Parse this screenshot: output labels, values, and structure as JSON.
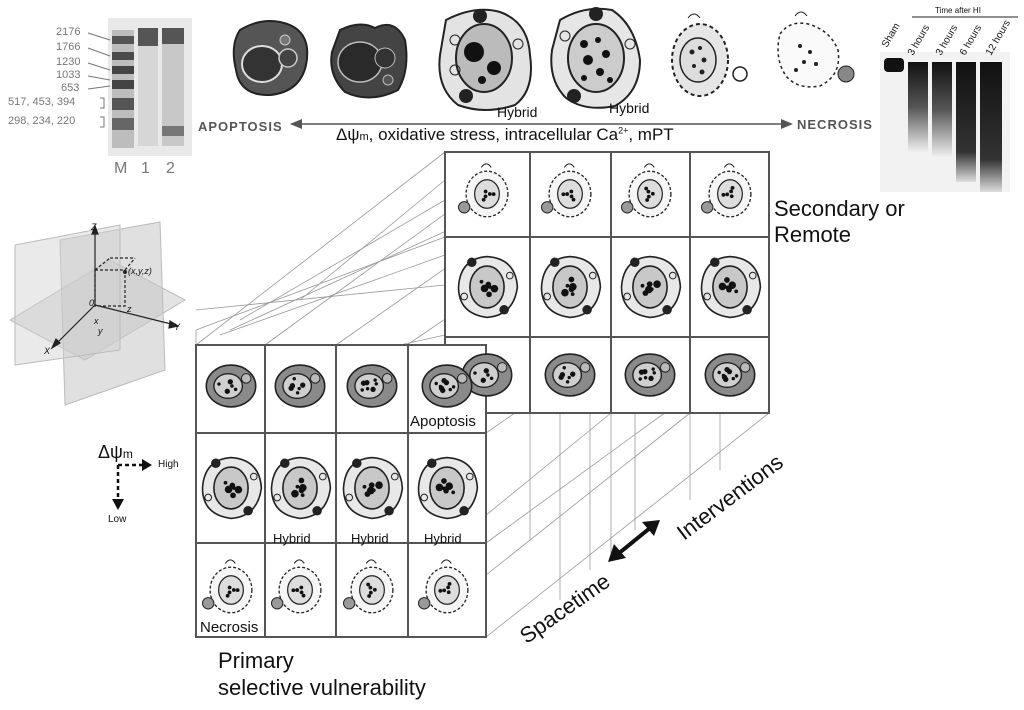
{
  "gel_left": {
    "markers": [
      "2176",
      "1766",
      "1230",
      "1033",
      "653",
      "517, 453, 394",
      "298, 234, 220"
    ],
    "lanes": [
      "M",
      "1",
      "2"
    ]
  },
  "gel_right": {
    "title": "Time after HI",
    "lanes": [
      "Sham",
      "3 hours",
      "3 hours",
      "6 hours",
      "12 hours"
    ]
  },
  "spectrum": {
    "left": "APOPTOSIS",
    "right": "NECROSIS",
    "axis_main": "Δψ",
    "axis_sub": "m",
    "axis_rest": ", oxidative stress, intracellular Ca",
    "axis_sup": "2+",
    "axis_end": ", mPT",
    "hybrid_labels": [
      "Hybrid",
      "Hybrid"
    ]
  },
  "axes3d": {
    "z": "Z",
    "y": "Y",
    "x": "X",
    "point": "(x,y,z)",
    "origin": "0",
    "lx": "x",
    "ly": "y",
    "lz": "z"
  },
  "membrane_key": {
    "label": "Δψ",
    "label_sub": "m",
    "high": "High",
    "low": "Low"
  },
  "front_grid": {
    "apoptosis": "Apoptosis",
    "hybrids": [
      "Hybrid",
      "Hybrid",
      "Hybrid"
    ],
    "necrosis": "Necrosis"
  },
  "back_grid": {
    "title_line1": "Secondary or",
    "title_line2": "Remote"
  },
  "labels": {
    "primary_line1": "Primary",
    "primary_line2": "selective vulnerability",
    "spacetime": "Spacetime",
    "interventions": "Interventions"
  }
}
